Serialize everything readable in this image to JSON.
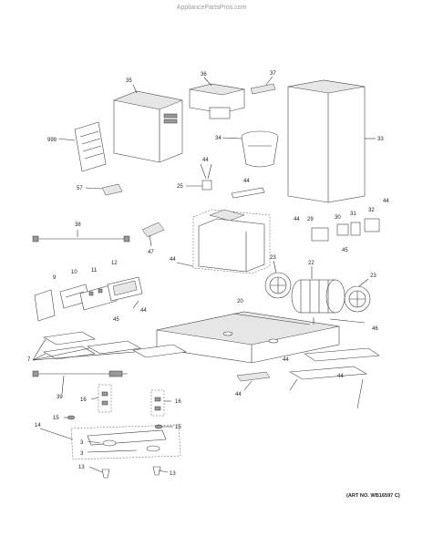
{
  "watermark": "AppliancePartsPros.com",
  "art_number": "(ART NO. WB16597 C)",
  "callouts": [
    "35",
    "36",
    "37",
    "33",
    "999",
    "34",
    "44",
    "25",
    "44",
    "57",
    "38",
    "44",
    "29",
    "30",
    "31",
    "32",
    "44",
    "23",
    "47",
    "44",
    "45",
    "22",
    "23",
    "9",
    "10",
    "11",
    "12",
    "45",
    "44",
    "20",
    "46",
    "7",
    "44",
    "44",
    "39",
    "44",
    "16",
    "16",
    "15",
    "15",
    "14",
    "3",
    "3",
    "13",
    "13"
  ]
}
